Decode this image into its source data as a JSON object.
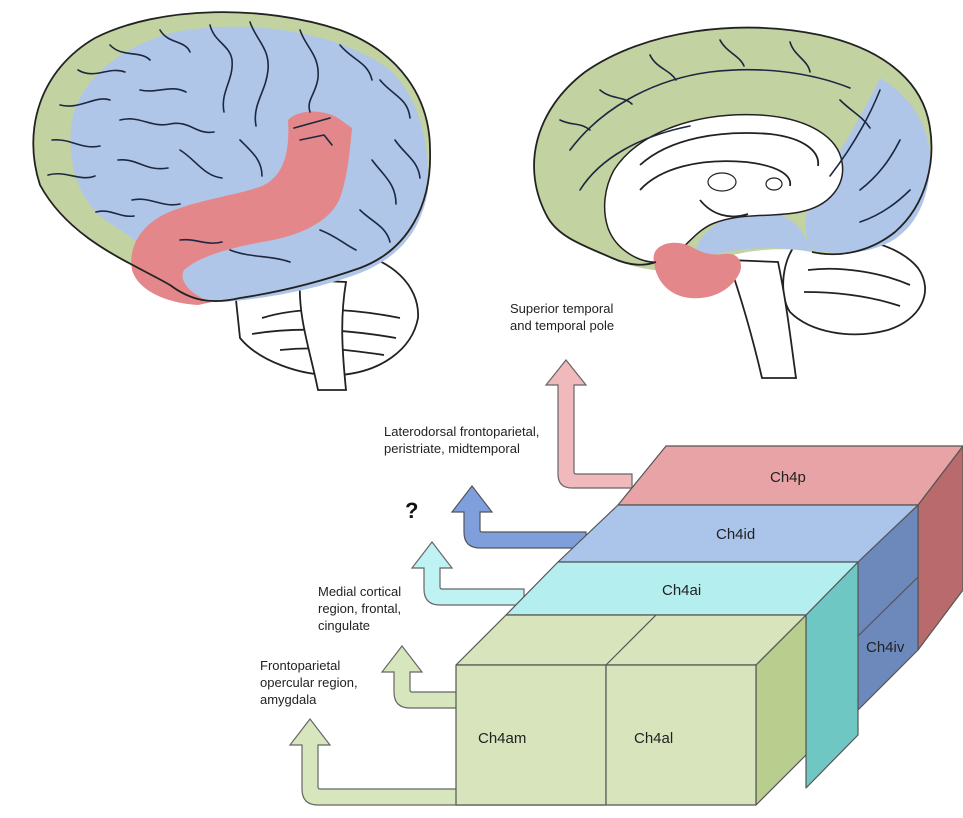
{
  "colors": {
    "green": "#c2d3a1",
    "blue": "#b0c6e8",
    "red": "#e3878a",
    "cyan": "#aeeaea",
    "box_green_front": "#d7e4bc",
    "box_green_side": "#b9cd8e",
    "box_red_top": "#e7a3a5",
    "box_red_side": "#b86a6d",
    "box_blue_top": "#aac4ea",
    "box_blue_side": "#6d88ba",
    "box_cyan_top": "#b5eeee",
    "box_cyan_side": "#6fc7c4",
    "arrow_pink": "#f0b9bb",
    "arrow_blue": "#7f9fdc",
    "arrow_cyan": "#bff2f2",
    "arrow_green": "#d8e6bd"
  },
  "labels": {
    "superior_temporal_l1": "Superior temporal",
    "superior_temporal_l2": "and temporal pole",
    "laterodorsal_l1": "Laterodorsal frontoparietal,",
    "laterodorsal_l2": "peristriate, midtemporal",
    "question": "?",
    "medial_l1": "Medial cortical",
    "medial_l2": "region, frontal,",
    "medial_l3": "cingulate",
    "frontoparietal_l1": "Frontoparietal",
    "frontoparietal_l2": "opercular region,",
    "frontoparietal_l3": "amygdala"
  },
  "boxes": {
    "ch4p": "Ch4p",
    "ch4id": "Ch4id",
    "ch4ai": "Ch4ai",
    "ch4iv": "Ch4iv",
    "ch4am": "Ch4am",
    "ch4al": "Ch4al"
  },
  "icons": {
    "lateral_brain": "lateral-brain-illustration",
    "medial_brain": "medial-brain-illustration"
  }
}
